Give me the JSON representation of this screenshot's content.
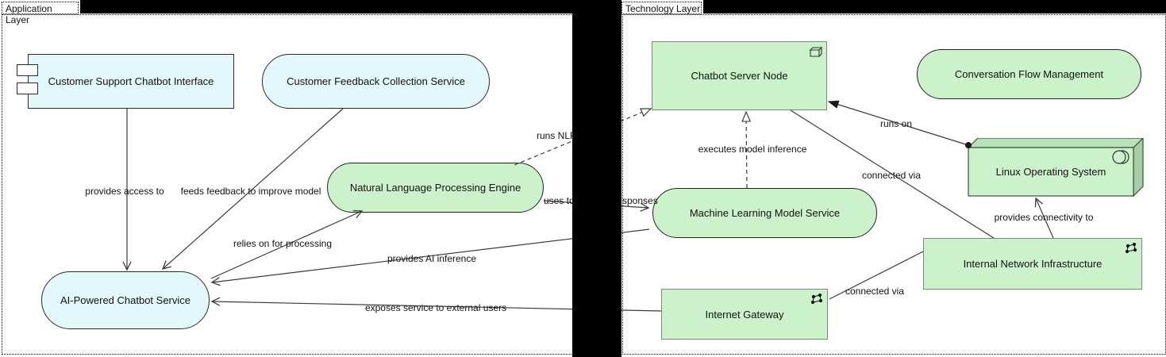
{
  "groups": {
    "application": {
      "label": "Application Layer"
    },
    "technology": {
      "label": "Technology Layer"
    }
  },
  "nodes": {
    "csci": {
      "label": "Customer Support Chatbot Interface"
    },
    "cfcs": {
      "label": "Customer Feedback Collection Service"
    },
    "nlp": {
      "label": "Natural Language Processing Engine"
    },
    "ai": {
      "label": "AI-Powered Chatbot Service"
    },
    "server": {
      "label": "Chatbot Server Node"
    },
    "cfm": {
      "label": "Conversation Flow Management"
    },
    "ml": {
      "label": "Machine Learning Model Service"
    },
    "linux": {
      "label": "Linux Operating System"
    },
    "ini": {
      "label": "Internal Network Infrastructure"
    },
    "gateway": {
      "label": "Internet Gateway"
    }
  },
  "edges": {
    "provides_access": {
      "label": "provides access to"
    },
    "feeds_feedback": {
      "label": "feeds feedback to improve model"
    },
    "relies_on": {
      "label": "relies on for processing"
    },
    "runs_nlp": {
      "label": "runs NLP"
    },
    "uses_to": {
      "label": "uses to"
    },
    "responses_fragment": {
      "label": "sponses"
    },
    "provides_inference": {
      "label": "provides AI inference"
    },
    "exposes_service": {
      "label": "exposes service to external users"
    },
    "executes_inference": {
      "label": "executes model inference"
    },
    "runs_on": {
      "label": "runs on"
    },
    "connected_via_server": {
      "label": "connected via"
    },
    "provides_connectivity": {
      "label": "provides connectivity to"
    },
    "connected_via_gateway": {
      "label": "connected via"
    }
  },
  "colors": {
    "application_fill": "#e2f8fb",
    "technology_fill": "#ccf2cc",
    "linux_top_fill": "#b9e2b9",
    "linux_side_fill": "#a6cfa6",
    "line": "#3a3a3a",
    "redaction": "#000000"
  }
}
